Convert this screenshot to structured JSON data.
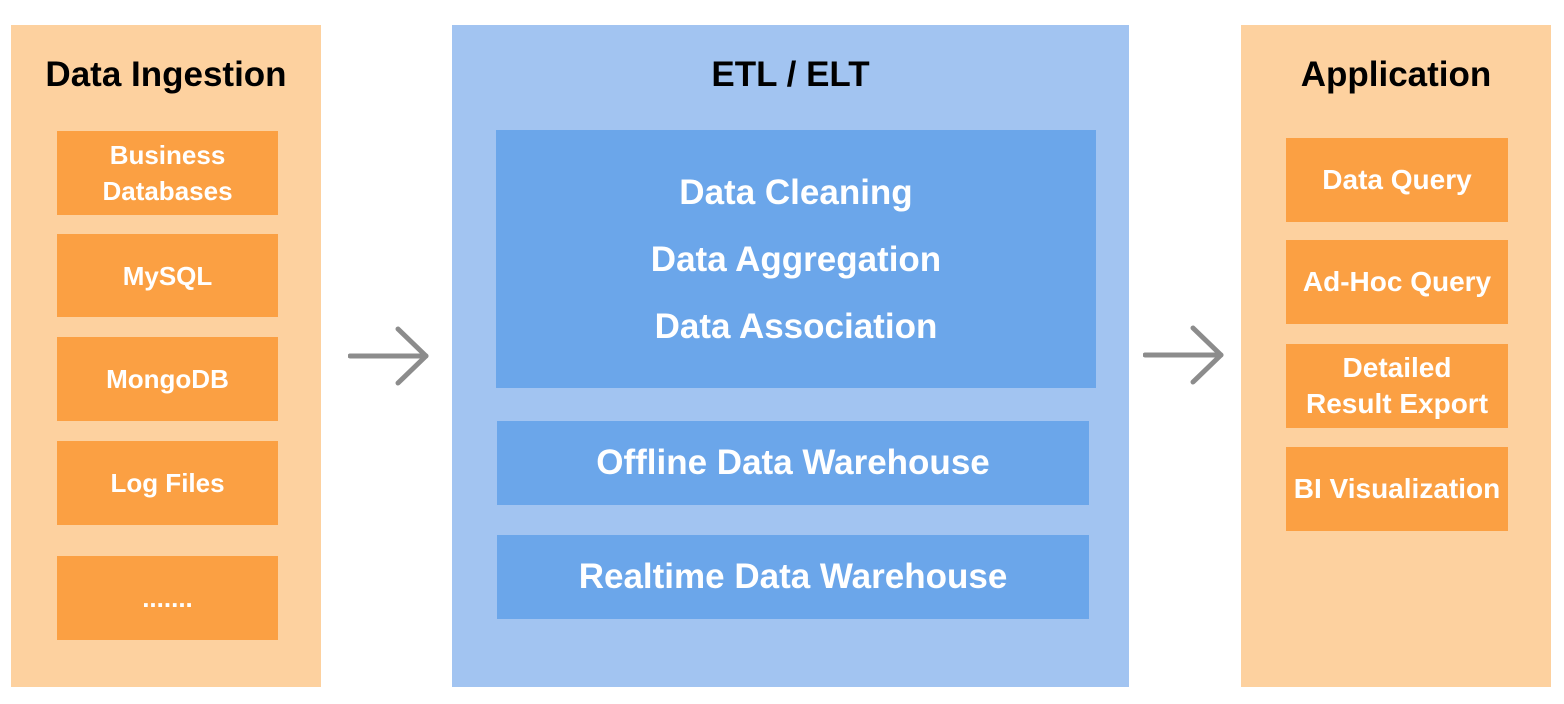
{
  "ingestion": {
    "title": "Data Ingestion",
    "items": [
      "Business\nDatabases",
      "MySQL",
      "MongoDB",
      "Log Files",
      "......."
    ]
  },
  "etl": {
    "title": "ETL / ELT",
    "processing": [
      "Data Cleaning",
      "Data Aggregation",
      "Data Association"
    ],
    "offline": "Offline Data Warehouse",
    "realtime": "Realtime Data Warehouse"
  },
  "application": {
    "title": "Application",
    "items": [
      "Data Query",
      "Ad-Hoc Query",
      "Detailed\nResult Export",
      "BI Visualization"
    ]
  },
  "colors": {
    "orange_panel": "#fdd19f",
    "orange_box": "#fba043",
    "blue_panel": "#a2c4f1",
    "blue_box": "#6ba6ea",
    "arrow": "#8c8c8c"
  },
  "icons": {
    "flow_arrow": "right-arrow-icon"
  }
}
